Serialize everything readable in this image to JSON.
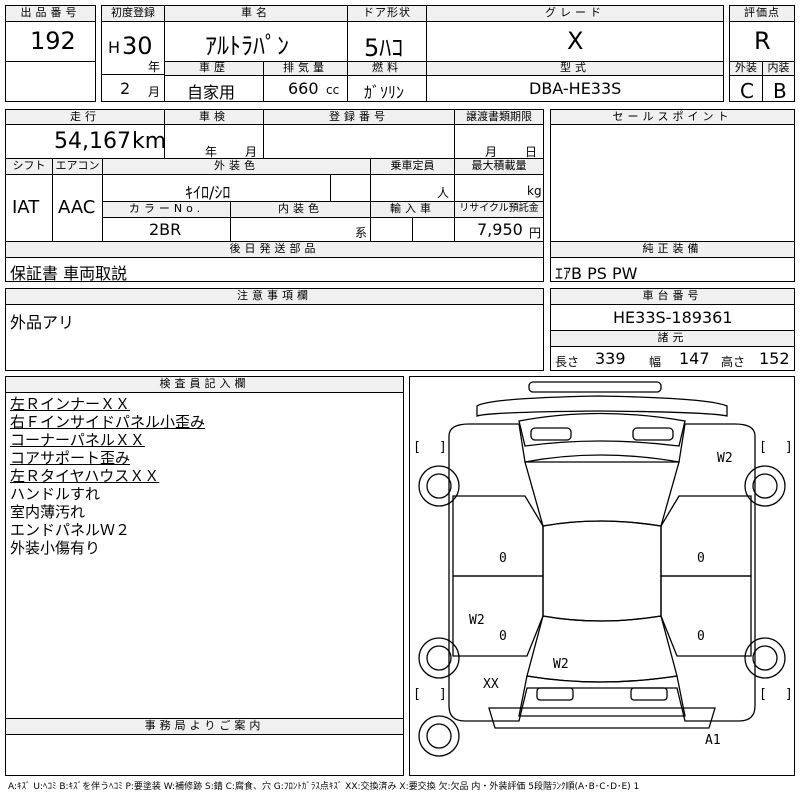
{
  "headers": {
    "lot_number": "出品番号",
    "first_reg": "初度登録",
    "car_name": "車名",
    "door_type": "ドア形状",
    "grade": "グレード",
    "rating": "評価点",
    "history": "車歴",
    "displacement": "排気量",
    "fuel": "燃料",
    "model_code": "型式",
    "exterior": "外装",
    "interior": "内装",
    "mileage": "走行",
    "inspection": "車検",
    "registration": "登録番号",
    "transfer_deadline": "譲渡書類期限",
    "sales_points": "セールスポイント",
    "shift": "シフト",
    "aircon": "エアコン",
    "exterior_color": "外装色",
    "capacity": "乗車定員",
    "max_load": "最大積載量",
    "color_no": "カラーNo.",
    "interior_color": "内装色",
    "import": "輸入車",
    "recycle_fee": "リサイクル預託金",
    "accessories": "後日発送部品",
    "genuine_equipment": "純正装備",
    "notes": "注意事項欄",
    "chassis_number": "車台番号",
    "dimensions": "諸元",
    "inspector": "検査員記入欄",
    "office_notice": "事務局よりご案内"
  },
  "values": {
    "lot_number": "192",
    "era": "H",
    "year": "30",
    "year_unit": "年",
    "month": "2",
    "month_unit": "月",
    "car_name": "ｱﾙﾄﾗﾊﾟﾝ",
    "door_type": "5ﾊｺ",
    "grade": "X",
    "rating": "R",
    "history": "自家用",
    "displacement": "660",
    "displacement_unit": "cc",
    "fuel": "ｶﾞｿﾘﾝ",
    "model_code": "DBA-HE33S",
    "exterior_rating": "C",
    "interior_rating": "B",
    "mileage": "54,167",
    "mileage_unit": "km",
    "inspection_year_unit": "年",
    "inspection_month_unit": "月",
    "transfer_month_unit": "月",
    "transfer_day_unit": "日",
    "shift": "IAT",
    "aircon": "AAC",
    "exterior_color": "ｷｲﾛ/ｼﾛ",
    "capacity_unit": "人",
    "max_load_unit": "kg",
    "color_no": "2BR",
    "interior_color_unit": "系",
    "recycle_fee": "7,950",
    "recycle_unit": "円",
    "accessories": "保証書 車両取説",
    "genuine_equipment": "ｴｱB PS PW",
    "notes": "外品アリ",
    "chassis_number": "HE33S-189361",
    "length_label": "長さ",
    "length": "339",
    "width_label": "幅",
    "width": "147",
    "height_label": "高さ",
    "height": "152"
  },
  "inspector_lines": [
    {
      "text": "左ＲインナーＸＸ",
      "underline": true
    },
    {
      "text": "右Ｆインサイドパネル小歪み",
      "underline": true
    },
    {
      "text": "コーナーパネルＸＸ",
      "underline": true
    },
    {
      "text": "コアサポート歪み",
      "underline": true
    },
    {
      "text": "左ＲタイヤハウスＸＸ",
      "underline": true
    },
    {
      "text": "ハンドルすれ",
      "underline": false
    },
    {
      "text": "室内薄汚れ",
      "underline": false
    },
    {
      "text": "エンドパネルＷ２",
      "underline": false
    },
    {
      "text": "外装小傷有り",
      "underline": false
    }
  ],
  "diagram": {
    "marks": [
      "W2",
      "W2",
      "W2",
      "XX",
      "A1"
    ],
    "zeros": [
      "0",
      "0",
      "0",
      "0"
    ],
    "brackets": [
      "[",
      "]",
      "[",
      "]",
      "[",
      "]",
      "[",
      "]"
    ]
  },
  "footer_legend": "A:ｷｽﾞ U:ﾍｺﾐ B:ｷｽﾞを伴うﾍｺﾐ P:要塗装 W:補修跡 S:錆 C:腐食、穴 G:ﾌﾛﾝﾄｶﾞﾗｽ点ｷｽﾞ XX:交換済み X:要交換 欠:欠品 内・外装評価 5段階ﾗﾝｸ順(A･B･C･D･E) 1"
}
